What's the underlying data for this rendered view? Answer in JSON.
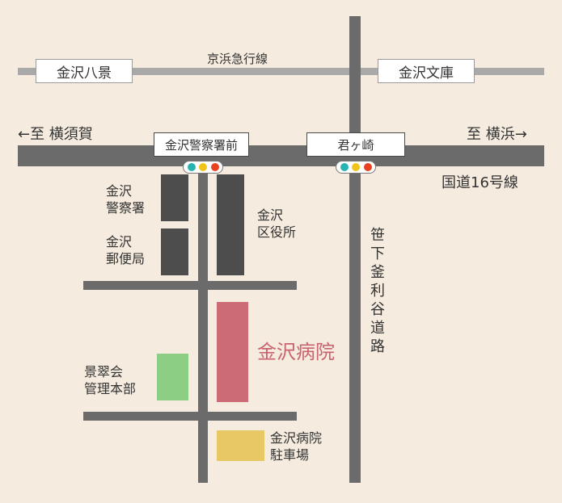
{
  "rail": {
    "line_name": "京浜急行線",
    "station_left": "金沢八景",
    "station_right": "金沢文庫"
  },
  "highway": {
    "name": "国道16号線",
    "to_left": "←至 横須賀",
    "to_right": "至 横浜→"
  },
  "intersections": {
    "left": "金沢警察署前",
    "right": "君ヶ崎"
  },
  "side_road": {
    "name": "笹下釜利谷道路",
    "chars": [
      "笹",
      "下",
      "釜",
      "利",
      "谷",
      "道",
      "路"
    ]
  },
  "buildings": {
    "police": [
      "金沢",
      "警察署"
    ],
    "post_office": [
      "金沢",
      "郵便局"
    ],
    "ward_office": [
      "金沢",
      "区役所"
    ],
    "hospital": "金沢病院",
    "management": [
      "景翠会",
      "管理本部"
    ],
    "parking": [
      "金沢病院",
      "駐車場"
    ]
  },
  "colors": {
    "background": "#f5ecdf",
    "road": "#6b6b6b",
    "rail": "#a9a9a9",
    "hospital": "#cc6a75",
    "hospital_text": "#c9646f",
    "management": "#8cce83",
    "parking": "#e8c765",
    "signal": [
      "#28b3b3",
      "#f0c419",
      "#e8411f"
    ]
  }
}
